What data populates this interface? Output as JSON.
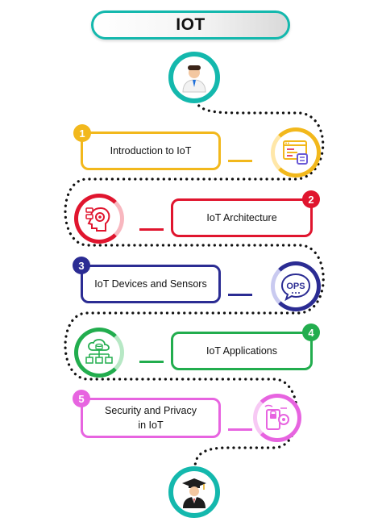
{
  "title": "IOT",
  "steps": [
    {
      "number": "1",
      "label": "Introduction to IoT",
      "color": "#f2b81c",
      "icon": "code-window-icon"
    },
    {
      "number": "2",
      "label": "IoT Architecture",
      "color": "#e0152e",
      "icon": "ai-head-icon"
    },
    {
      "number": "3",
      "label": "IoT Devices and Sensors",
      "color": "#2b2c93",
      "icon": "ops-bubble-icon"
    },
    {
      "number": "4",
      "label": "IoT Applications",
      "color": "#22ad4e",
      "icon": "cloud-network-icon"
    },
    {
      "number": "5",
      "label_line1": "Security and Privacy",
      "label_line2": "in IoT",
      "color": "#e764e0",
      "icon": "security-settings-icon"
    }
  ],
  "start_icon": "person-icon",
  "end_icon": "graduate-icon",
  "colors": {
    "teal": "#14b8ad",
    "path": "#111111"
  }
}
